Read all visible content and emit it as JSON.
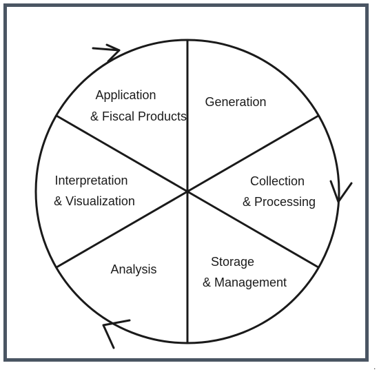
{
  "diagram": {
    "colors": {
      "frame": "#4a5563",
      "stroke": "#1a1a1a",
      "background": "#ffffff"
    },
    "segments": [
      {
        "id": "generation",
        "lines": [
          "Generation"
        ]
      },
      {
        "id": "collection-processing",
        "lines": [
          "Collection",
          "& Processing"
        ]
      },
      {
        "id": "storage-management",
        "lines": [
          "Storage",
          "& Management"
        ]
      },
      {
        "id": "analysis",
        "lines": [
          "Analysis"
        ]
      },
      {
        "id": "interpretation-visualization",
        "lines": [
          "Interpretation",
          "& Visualization"
        ]
      },
      {
        "id": "application-fiscal-products",
        "lines": [
          "Application",
          "& Fiscal Products"
        ]
      }
    ],
    "flow_direction": "clockwise",
    "arrow_icons": [
      "arrow-top-left-icon",
      "arrow-right-icon",
      "arrow-bottom-left-icon"
    ]
  },
  "footer": {
    "mark": "."
  }
}
